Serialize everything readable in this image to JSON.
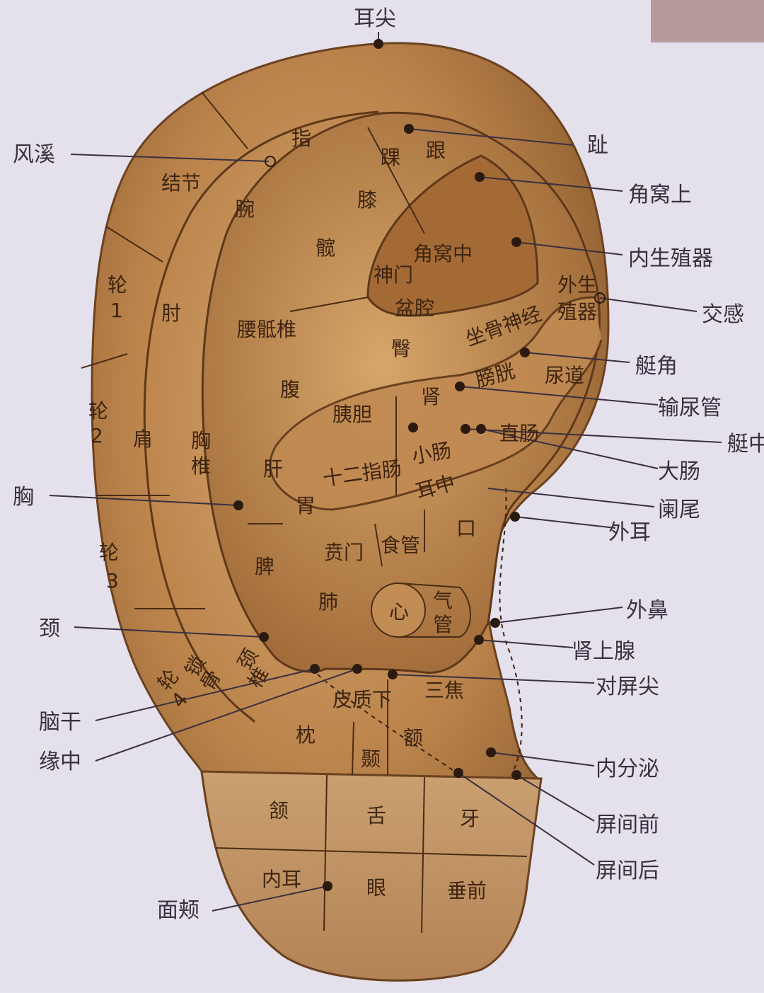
{
  "callouts": {
    "er_jian": "耳尖",
    "zhi_toe": "趾",
    "feng_xi": "风溪",
    "jiao_wo_shang": "角窝上",
    "nei_sheng_zhi_qi": "内生殖器",
    "jiao_gan": "交感",
    "ting_jiao": "艇角",
    "shu_niao_guan": "输尿管",
    "ting_zhong": "艇中",
    "da_chang": "大肠",
    "lan_wei": "阑尾",
    "wai_er": "外耳",
    "xiong": "胸",
    "wai_bi": "外鼻",
    "shen_shang_xian": "肾上腺",
    "dui_ping_jian": "对屏尖",
    "jing": "颈",
    "nao_gan": "脑干",
    "yuan_zhong": "缘中",
    "nei_fen_mi": "内分泌",
    "ping_jian_qian": "屏间前",
    "ping_jian_hou": "屏间后",
    "mian_jia": "面颊"
  },
  "regions": {
    "zhi_finger": "指",
    "gen": "跟",
    "huai": "踝",
    "jie_jie": "结节",
    "wan": "腕",
    "xi": "膝",
    "kuan": "髋",
    "jiao_wo_zhong": "角窝中",
    "shen_men": "神门",
    "pen_qiang": "盆腔",
    "wai_sheng_zhi_qi_1": "外生",
    "wai_sheng_zhi_qi_2": "殖器",
    "lun1_a": "轮",
    "lun1_b": "1",
    "zhou": "肘",
    "yao_di_zhui": "腰骶椎",
    "tun": "臀",
    "zuo_gu_shen_jing": "坐骨神经",
    "pang_guang": "膀胱",
    "niao_dao": "尿道",
    "fu": "腹",
    "shen": "肾",
    "yi_dan": "胰胆",
    "lun2_a": "轮",
    "lun2_b": "2",
    "jian": "肩",
    "xiong_zhui_a": "胸",
    "xiong_zhui_b": "椎",
    "gan": "肝",
    "xiao_chang": "小肠",
    "zhi_chang": "直肠",
    "shi_er_zhi_chang": "十二指肠",
    "er_zhong": "耳中",
    "wei": "胃",
    "kou": "口",
    "ben_men": "贲门",
    "shi_guan": "食管",
    "lun3_a": "轮",
    "lun3_b": "3",
    "pi": "脾",
    "fei": "肺",
    "xin": "心",
    "qi_guan_a": "气",
    "qi_guan_b": "管",
    "suo_gu_a": "锁",
    "suo_gu_b": "骨",
    "jing_zhui_a": "颈",
    "jing_zhui_b": "椎",
    "lun4_a": "轮",
    "lun4_b": "4",
    "pi_zhi_xia": "皮质下",
    "san_jiao": "三焦",
    "zhen": "枕",
    "e": "额",
    "nie": "颞",
    "he": "颔",
    "she": "舌",
    "ya": "牙",
    "nei_er": "内耳",
    "yan": "眼",
    "chui_qian": "垂前"
  }
}
